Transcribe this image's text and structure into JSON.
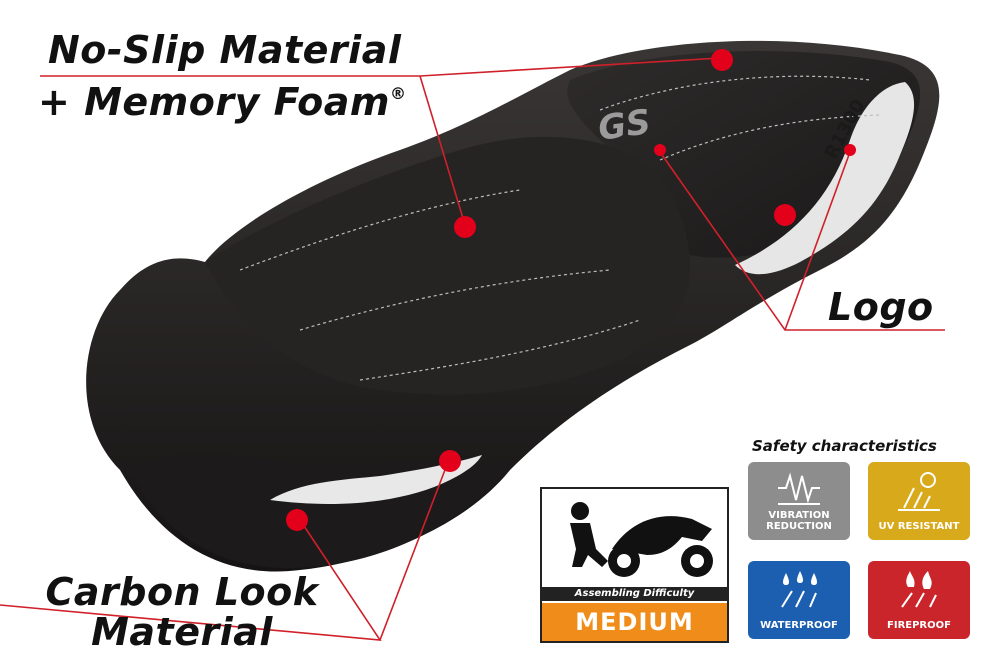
{
  "callouts": {
    "line1": "No-Slip Material",
    "line2": "+ Memory Foam",
    "registered": "®",
    "logo": "Logo",
    "carbon_line1": "Carbon Look",
    "carbon_line2": "Material"
  },
  "seat_logos": {
    "gs": "GS",
    "model": "R1300"
  },
  "safety": {
    "title": "Safety characteristics",
    "tiles": [
      {
        "label_1": "VIBRATION",
        "label_2": "REDUCTION",
        "color": "#8d8d8d"
      },
      {
        "label_1": "UV RESISTANT",
        "color": "#d8a91a"
      },
      {
        "label_1": "WATERPROOF",
        "color": "#1c5fb0"
      },
      {
        "label_1": "FIREPROOF",
        "color": "#c9252b"
      }
    ]
  },
  "difficulty": {
    "band": "Assembling Difficulty",
    "level": "MEDIUM",
    "level_color": "#f08c1a"
  },
  "colors": {
    "callout_line": "#d0202a",
    "dot": "#e3001b"
  }
}
